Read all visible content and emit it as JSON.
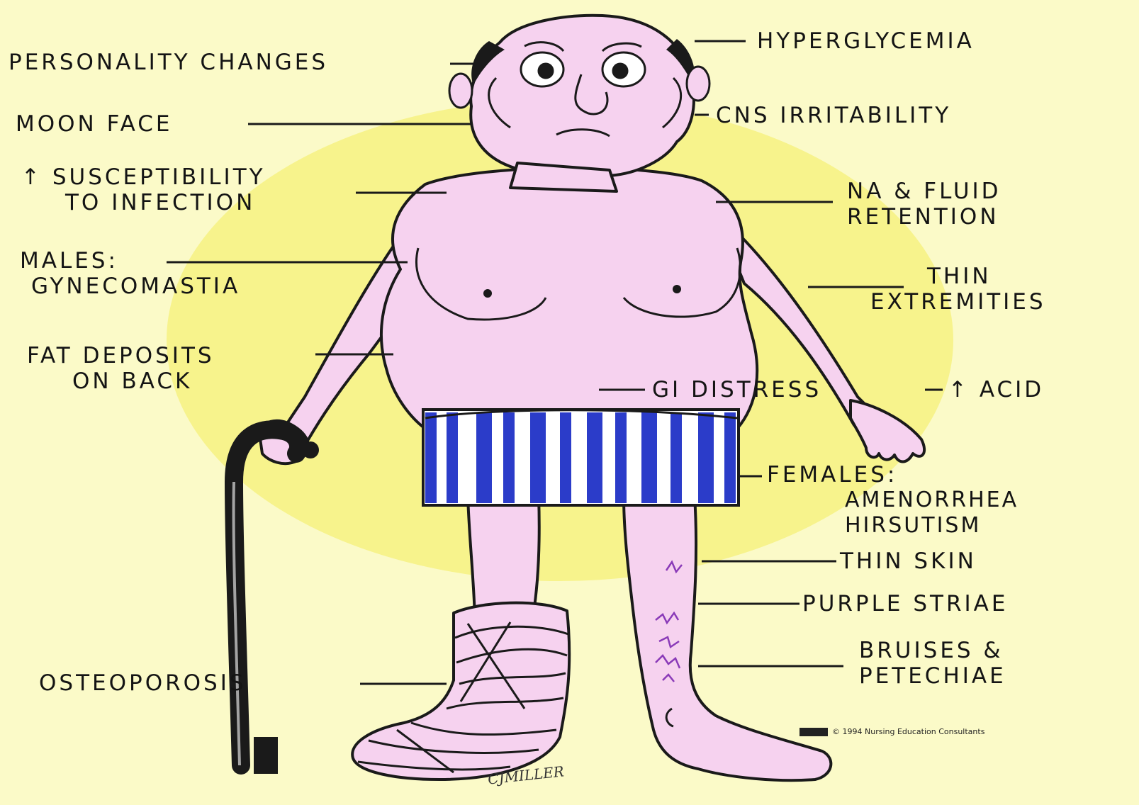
{
  "labels": {
    "personality_changes": "PERSONALITY CHANGES",
    "moon_face": "MOON FACE",
    "susceptibility_line1": "↑ SUSCEPTIBILITY",
    "susceptibility_line2": "TO INFECTION",
    "males_line1": "MALES:",
    "males_line2": "GYNECOMASTIA",
    "fat_line1": "FAT DEPOSITS",
    "fat_line2": "ON BACK",
    "osteoporosis": "OSTEOPOROSIS",
    "hyperglycemia": "HYPERGLYCEMIA",
    "cns": "CNS IRRITABILITY",
    "na_line1": "NA & FLUID",
    "na_line2": "RETENTION",
    "thin_ext_line1": "THIN",
    "thin_ext_line2": "EXTREMITIES",
    "gi": "GI DISTRESS",
    "acid": "↑ ACID",
    "females_line1": "FEMALES:",
    "females_line2": "AMENORRHEA",
    "females_line3": "HIRSUTISM",
    "thin_skin": "THIN SKIN",
    "purple_striae": "PURPLE STRIAE",
    "bruises_line1": "BRUISES &",
    "bruises_line2": "PETECHIAE"
  },
  "copyright": "© 1994 Nursing Education Consultants",
  "signature": "CJMILLER",
  "colors": {
    "background": "#fbfac8",
    "halo": "#f7f38c",
    "skin": "#f6d2ef",
    "outline": "#1a1a1a",
    "stripe_blue": "#2b3cc9",
    "bruise": "#8a3ab8"
  }
}
